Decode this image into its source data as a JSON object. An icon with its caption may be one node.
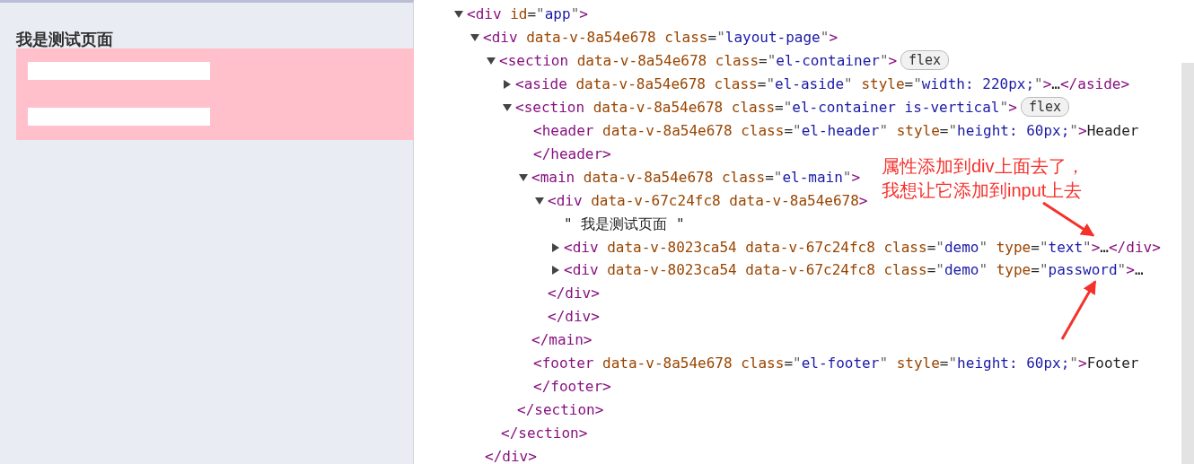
{
  "diagram": {
    "nodes": [
      {
        "text": [
          "属性添加到div上面去了，我想让它添加到input上去"
        ]
      },
      {
        "text": [
          "<div data-v-8023ca54 data-v-67c24fc8 class=\"demo\" type=\"text\">…</div>"
        ]
      },
      {
        "text": [
          "<div data-v-8023ca54 data-v-67c24fc8 class=\"demo\" type=\"password\">…"
        ]
      }
    ],
    "edges": [
      {
        "from": 0,
        "to": 1,
        "arrow": "to"
      },
      {
        "from": null,
        "to": 2,
        "arrow": "to"
      }
    ],
    "labels": [
      "我是测试页面",
      "<div id=\"app\">",
      "<div data-v-8a54e678 class=\"layout-page\">",
      "<section data-v-8a54e678 class=\"el-container\">",
      "flex",
      "<aside data-v-8a54e678 class=\"el-aside\" style=\"width: 220px;\">…</aside>",
      "<section data-v-8a54e678 class=\"el-container is-vertical\">",
      "flex",
      "<header data-v-8a54e678 class=\"el-header\" style=\"height: 60px;\">Header",
      "</header>",
      "<main data-v-8a54e678 class=\"el-main\">",
      "<div data-v-67c24fc8 data-v-8a54e678>",
      "\" 我是测试页面 \"",
      "</div>",
      "</div>",
      "</main>",
      "<footer data-v-8a54e678 class=\"el-footer\" style=\"height: 60px;\">Footer",
      "</footer>",
      "</section>",
      "</section>",
      "</div>"
    ]
  }
}
